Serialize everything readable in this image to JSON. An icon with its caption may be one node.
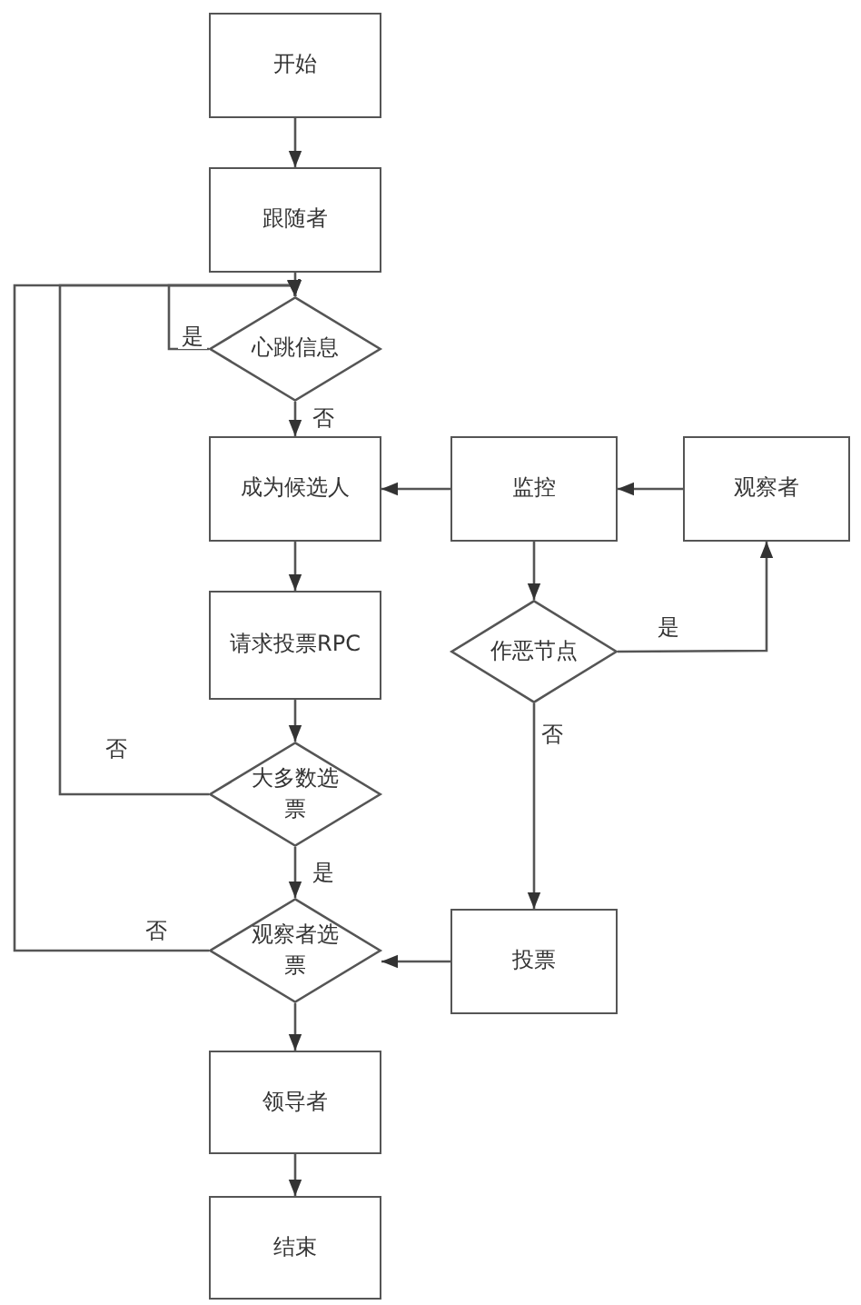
{
  "diagram": {
    "nodes": [
      {
        "text": [
          "开始"
        ]
      },
      {
        "text": [
          "跟随者"
        ]
      },
      {
        "text": [
          "心跳信息"
        ]
      },
      {
        "text": [
          "成为候选人"
        ]
      },
      {
        "text": [
          "监控"
        ]
      },
      {
        "text": [
          "观察者"
        ]
      },
      {
        "text": [
          "请求投票RPC"
        ]
      },
      {
        "text": [
          "作恶节点"
        ]
      },
      {
        "text": [
          "大多数选票"
        ]
      },
      {
        "text": [
          "观察者选票"
        ]
      },
      {
        "text": [
          "投票"
        ]
      },
      {
        "text": [
          "领导者"
        ]
      },
      {
        "text": [
          "结束"
        ]
      }
    ],
    "edges": [
      {
        "from": 0,
        "to": 1,
        "arrow": "to"
      },
      {
        "from": 1,
        "to": 2,
        "arrow": "to"
      },
      {
        "from": 2,
        "to": 2,
        "arrow": "to",
        "label": "是"
      },
      {
        "from": 2,
        "to": 3,
        "arrow": "to",
        "label": "否"
      },
      {
        "from": 5,
        "to": 4,
        "arrow": "to"
      },
      {
        "from": 4,
        "to": 3,
        "arrow": "to"
      },
      {
        "from": 4,
        "to": 7,
        "arrow": "to"
      },
      {
        "from": 7,
        "to": 5,
        "arrow": "to",
        "label": "是"
      },
      {
        "from": 7,
        "to": 10,
        "arrow": "to",
        "label": "否"
      },
      {
        "from": 3,
        "to": 6,
        "arrow": "to"
      },
      {
        "from": 6,
        "to": 8,
        "arrow": "to"
      },
      {
        "from": 8,
        "to": 2,
        "arrow": "to",
        "label": "否"
      },
      {
        "from": 8,
        "to": 9,
        "arrow": "to",
        "label": "是"
      },
      {
        "from": 9,
        "to": 2,
        "arrow": "to",
        "label": "否"
      },
      {
        "from": 10,
        "to": 9,
        "arrow": "to"
      },
      {
        "from": 9,
        "to": 11,
        "arrow": "to"
      },
      {
        "from": 11,
        "to": 12,
        "arrow": "to"
      }
    ]
  }
}
